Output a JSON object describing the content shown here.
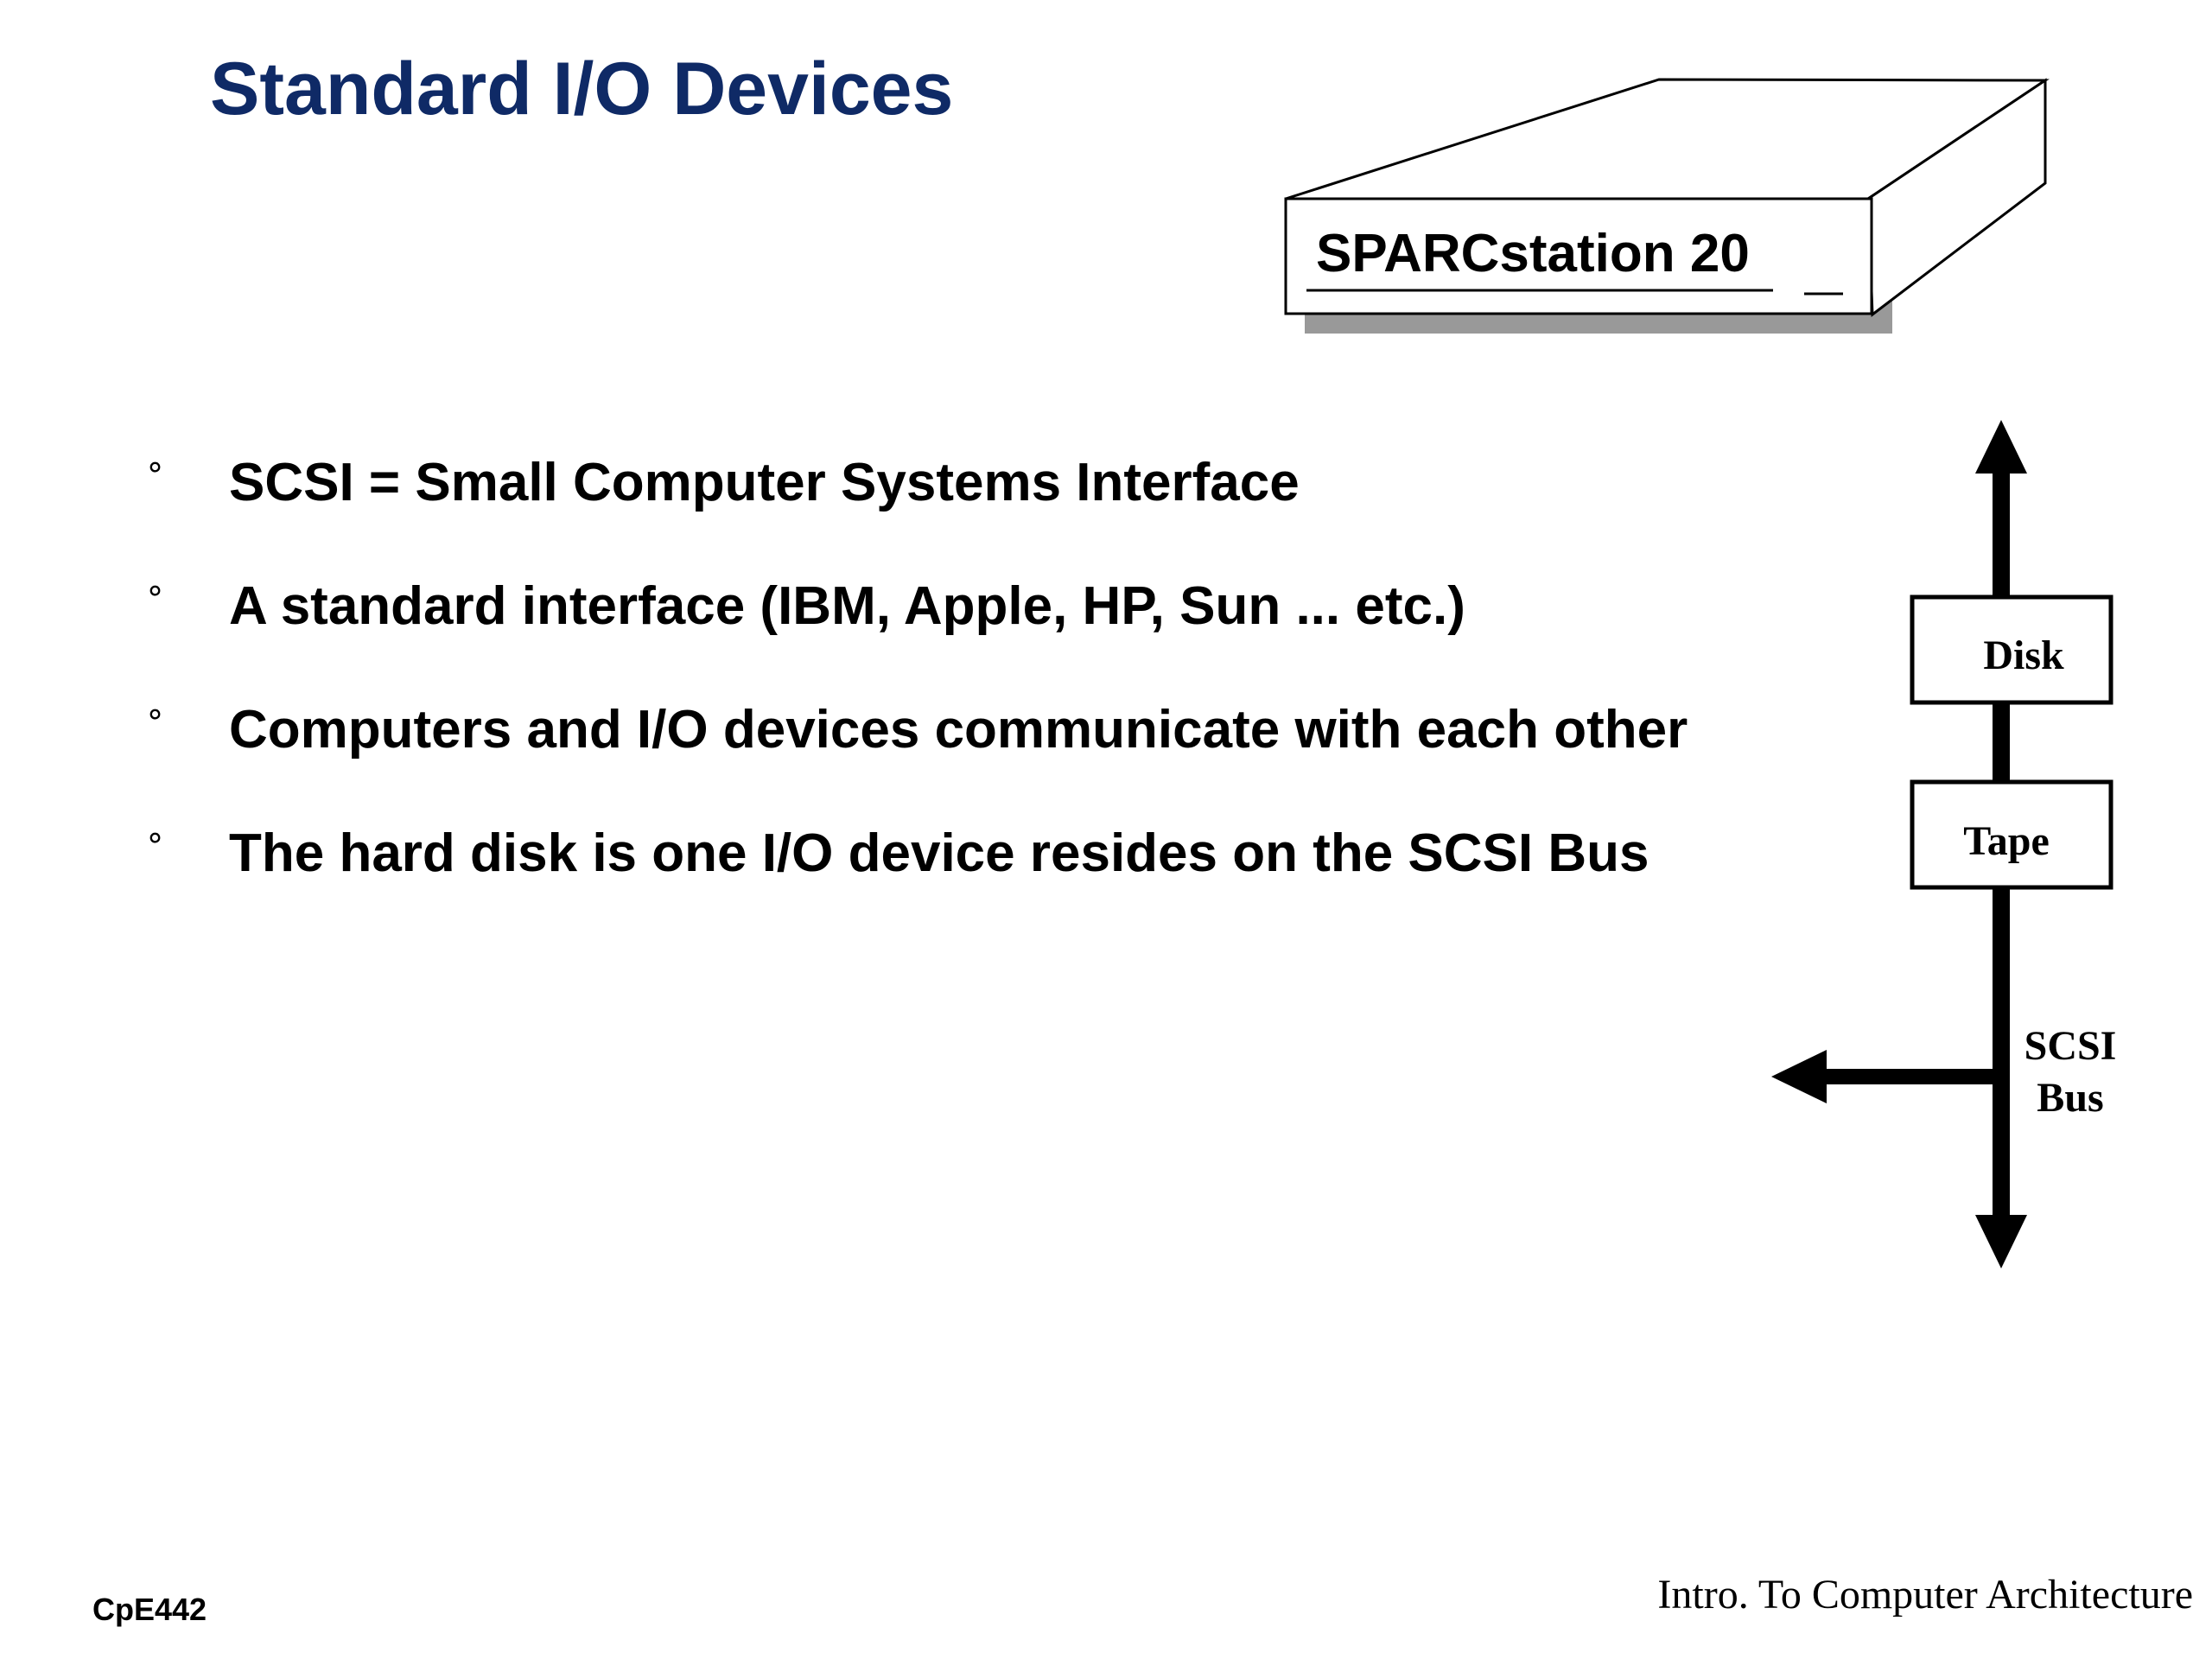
{
  "slide": {
    "title": "Standard I/O Devices",
    "bullet_marker": "°",
    "bullets": [
      "SCSI = Small Computer Systems Interface",
      "A standard interface (IBM, Apple, HP, Sun ... etc.)",
      "Computers and I/O devices communicate with each other",
      "The hard disk is one I/O device resides on the SCSI Bus"
    ]
  },
  "diagram": {
    "workstation_label": "SPARCstation 20",
    "devices": [
      "Disk",
      "Tape"
    ],
    "bus_label_line1": "SCSI",
    "bus_label_line2": "Bus"
  },
  "footer": {
    "course_code": "CpE442",
    "course_title": "Intro. To Computer Architecture"
  }
}
